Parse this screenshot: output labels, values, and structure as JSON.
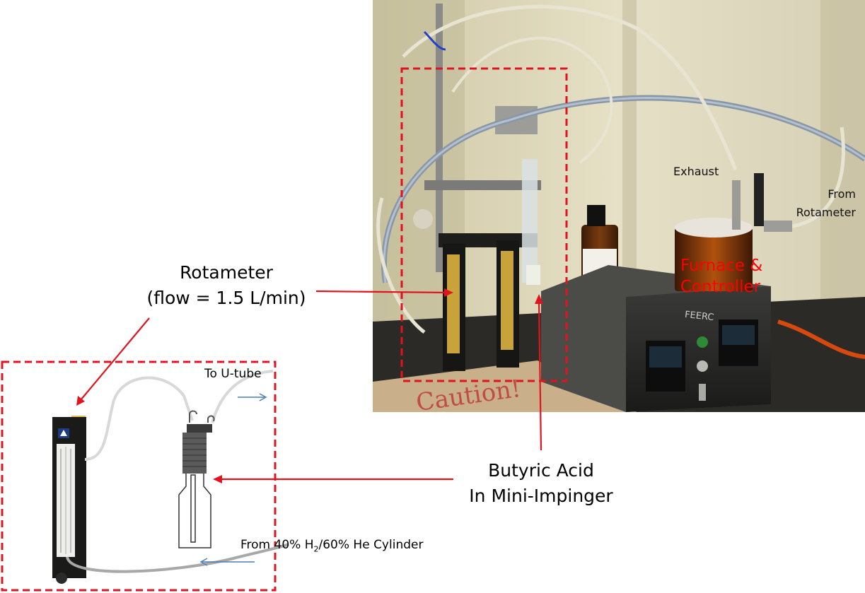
{
  "labels": {
    "rotameter_title": "Rotameter",
    "rotameter_flow": "(flow = 1.5 L/min)",
    "butyric_line1": "Butyric Acid",
    "butyric_line2": "In Mini-Impinger",
    "to_utube": "To U-tube",
    "from_cylinder_pre": "From 40% H",
    "from_cylinder_sub": "2",
    "from_cylinder_post": "/60% He Cylinder"
  },
  "photo_labels": {
    "exhaust": "Exhaust",
    "from_rotameter_line1": "From",
    "from_rotameter_line2": "Rotameter",
    "furnace_line1": "Furnace &",
    "furnace_line2": "Controller",
    "controller_tag": "FEERC",
    "sign_text": "Caution!"
  },
  "colors": {
    "callout_red": "#e0141e",
    "dashed_box": "#e0141e",
    "flow_arrow_blue": "#4a7fb8",
    "furnace_text": "#ff0000"
  }
}
